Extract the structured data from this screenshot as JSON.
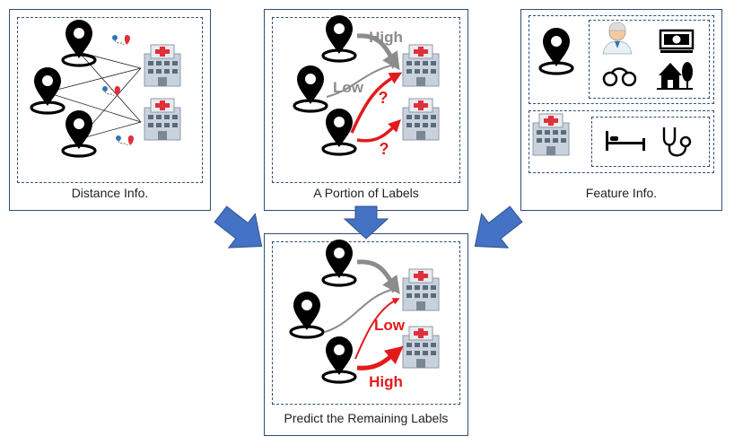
{
  "panels": {
    "distance": {
      "caption": "Distance Info."
    },
    "labels": {
      "caption": "A Portion of Labels",
      "high_label": "High",
      "low_label": "Low",
      "unknown_mark": "?"
    },
    "feature": {
      "caption": "Feature Info."
    },
    "predict": {
      "caption": "Predict the Remaining Labels",
      "low_label": "Low",
      "high_label": "High"
    }
  },
  "colors": {
    "panel_border": "#2e4f7c",
    "big_arrow": "#4472c4",
    "gray_arrow": "#8c8c8c",
    "red_arrow": "#e31a1c",
    "hospital_cross": "#e0303a",
    "hospital_body": "#c9d2dc"
  },
  "icons": [
    "location-pin-icon",
    "hospital-icon",
    "doctor-icon",
    "money-icon",
    "handcuffs-icon",
    "house-icon",
    "bed-icon",
    "stethoscope-icon",
    "route-icon"
  ]
}
